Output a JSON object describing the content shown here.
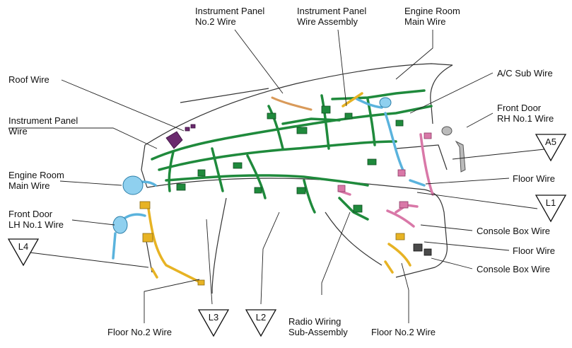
{
  "labels": {
    "ip_no2": "Instrument Panel\nNo.2 Wire",
    "ip_assy": "Instrument Panel\nWire Assembly",
    "eng_top": "Engine Room\nMain Wire",
    "roof": "Roof Wire",
    "ac_sub": "A/C Sub Wire",
    "ip_wire": "Instrument Panel\nWire",
    "front_rh": "Front Door\nRH No.1 Wire",
    "eng_left": "Engine Room\nMain Wire",
    "floor_right": "Floor Wire",
    "front_lh": "Front Door\nLH No.1 Wire",
    "console_1": "Console Box Wire",
    "floor_right2": "Floor Wire",
    "console_2": "Console Box Wire",
    "floor_no2_left": "Floor No.2 Wire",
    "radio": "Radio Wiring\nSub-Assembly",
    "floor_no2_right": "Floor No.2 Wire"
  },
  "connectors": {
    "a5": "A5",
    "l1": "L1",
    "l4": "L4",
    "l3": "L3",
    "l2": "L2"
  },
  "colors": {
    "harness_green": "#1f8a3c",
    "harness_blue": "#5ab3dd",
    "harness_yellow": "#e7b324",
    "harness_pink": "#d978a8",
    "harness_purple": "#6a2a6e",
    "harness_orange": "#d99a5a",
    "outline": "#333333"
  }
}
